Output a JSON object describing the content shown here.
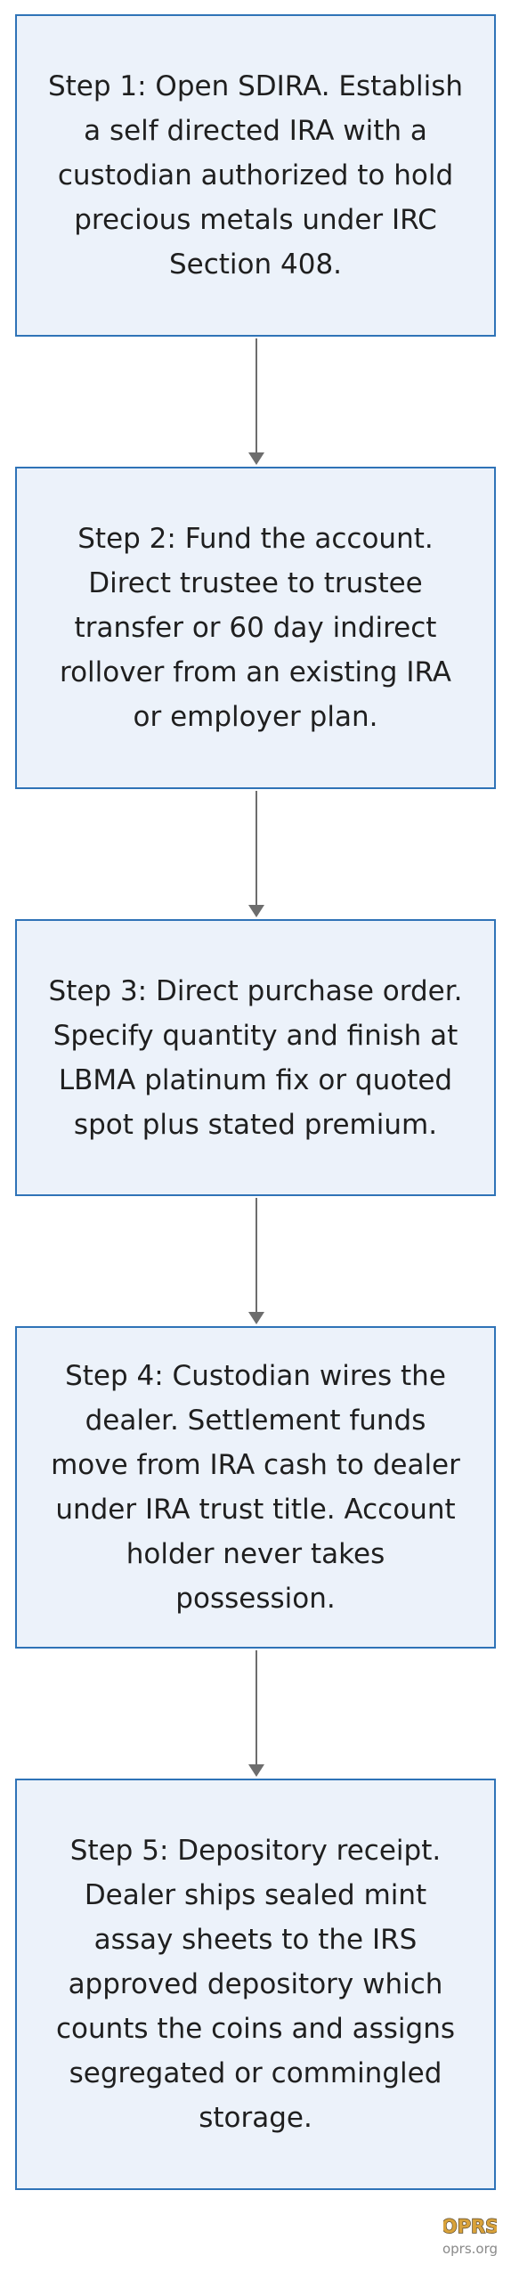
{
  "steps": [
    {
      "text": "Step 1: Open SDIRA. Establish a self directed IRA with a custodian authorized to hold precious metals under IRC Section 408."
    },
    {
      "text": "Step 2: Fund the account. Direct trustee to trustee transfer or 60 day indirect rollover from an existing IRA or employer plan."
    },
    {
      "text": "Step 3: Direct purchase order. Specify quantity and finish at LBMA platinum fix or quoted spot plus stated premium."
    },
    {
      "text": "Step 4: Custodian wires the dealer. Settlement funds move from IRA cash to dealer under IRA trust title. Account holder never takes possession."
    },
    {
      "text": "Step 5: Depository receipt. Dealer ships sealed mint assay sheets to the IRS approved depository which counts the coins and assigns segregated or commingled storage."
    }
  ],
  "colors": {
    "box_fill": "#ecf2fa",
    "box_border": "#2f73b7",
    "arrow": "#6d6d6d",
    "logo_gold": "#d9a23a",
    "logo_dark": "#5a4a2f"
  },
  "footer": {
    "logo_text": "OPRS",
    "url": "oprs.org"
  }
}
